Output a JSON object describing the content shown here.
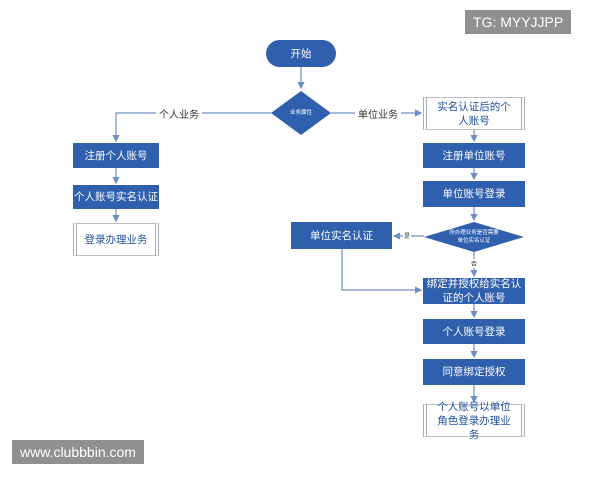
{
  "watermarks": {
    "top_right": "TG: MYYJJPP",
    "bottom_left": "www.clubbbin.com"
  },
  "nodes": {
    "start": "开始",
    "business_attr": "业务属性",
    "register_personal": "注册个人账号",
    "personal_realname": "个人账号实名认证",
    "login_personal_business": "登录办理业务",
    "personal_account_after_auth": "实名认证后的个人账号",
    "register_unit": "注册单位账号",
    "unit_login": "单位账号登录",
    "need_unit_auth": "所办理业务是否需要单位实名认证",
    "unit_realname": "单位实名认证",
    "bind_authorize": "绑定并授权给实名认证的个人账号",
    "personal_login": "个人账号登录",
    "agree_bind": "同意绑定授权",
    "personal_as_unit": "个人账号以单位角色登录办理业务"
  },
  "edges": {
    "personal": "个人业务",
    "unit": "单位业务",
    "yes": "是",
    "no": "否"
  },
  "colors": {
    "node": "#2f5fad",
    "line": "#6f8fc2",
    "doc_text": "#1f4e9a"
  }
}
